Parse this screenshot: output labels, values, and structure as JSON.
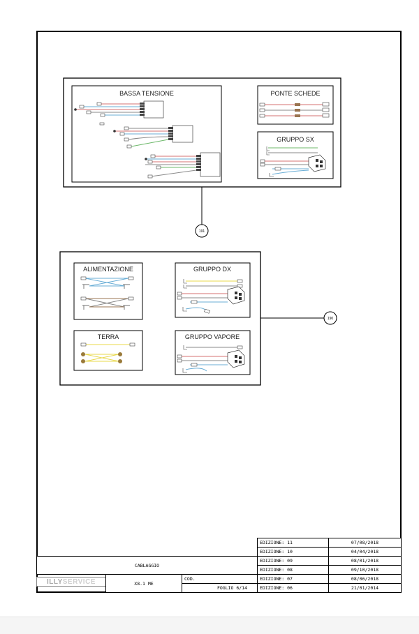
{
  "diagram": {
    "groups": {
      "upper": {
        "bassa_tensione": "BASSA TENSIONE",
        "ponte_schede": "PONTE SCHEDE",
        "gruppo_sx": "GRUPPO SX"
      },
      "lower": {
        "alimentazione": "ALIMENTAZIONE",
        "gruppo_dx": "GRUPPO DX",
        "terra": "TERRA",
        "gruppo_vapore": "GRUPPO VAPORE"
      }
    },
    "references": {
      "upper": "191",
      "lower": "190"
    }
  },
  "title_block": {
    "description": "CABLAGGIO",
    "logo": {
      "strong": "ILLY",
      "light": "SERVICE"
    },
    "model": "X8.1 ME",
    "code_label": "COD.",
    "sheet": "FOGLIO 6/14",
    "revisions": [
      {
        "edition": "EDIZIONE: 11",
        "date": "07/08/2018"
      },
      {
        "edition": "EDIZIONE: 10",
        "date": "04/04/2018"
      },
      {
        "edition": "EDIZIONE: 09",
        "date": "08/01/2018"
      },
      {
        "edition": "EDIZIONE: 08",
        "date": "09/10/2018"
      },
      {
        "edition": "EDIZIONE: 07",
        "date": "08/06/2018"
      },
      {
        "edition": "EDIZIONE: 06",
        "date": "21/01/2014"
      }
    ]
  },
  "colors": {
    "wire_red": "#d47070",
    "wire_blue": "#6aaed6",
    "wire_green": "#6db86a",
    "wire_yellow": "#e8d84a",
    "wire_gray": "#8a8a8a",
    "wire_brown": "#9a7450",
    "connector_brown": "#9a7a3a"
  }
}
